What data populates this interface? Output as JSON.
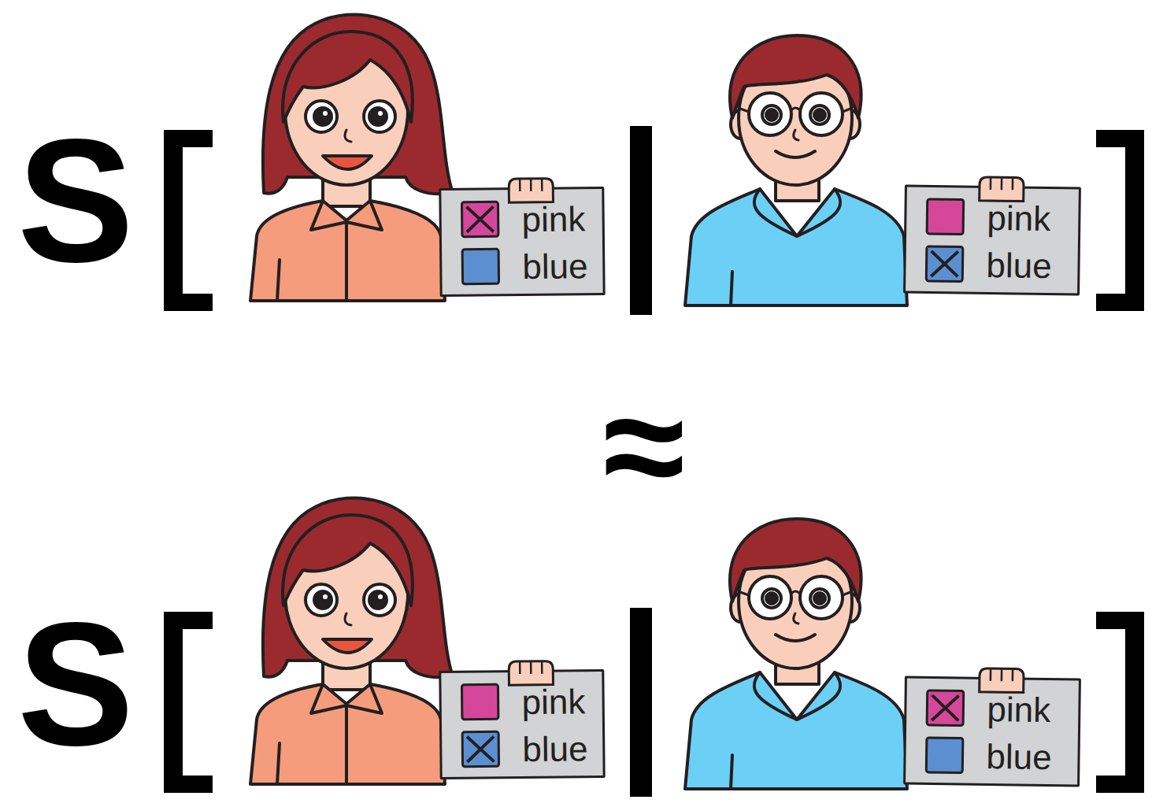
{
  "diagram": {
    "nodes": [
      {
        "text": [
          "pink",
          "blue"
        ]
      },
      {
        "text": [
          "pink",
          "blue"
        ]
      },
      {
        "text": [
          "pink",
          "blue"
        ]
      },
      {
        "text": [
          "pink",
          "blue"
        ]
      }
    ],
    "labels": [
      "S",
      "≈",
      "S"
    ]
  }
}
